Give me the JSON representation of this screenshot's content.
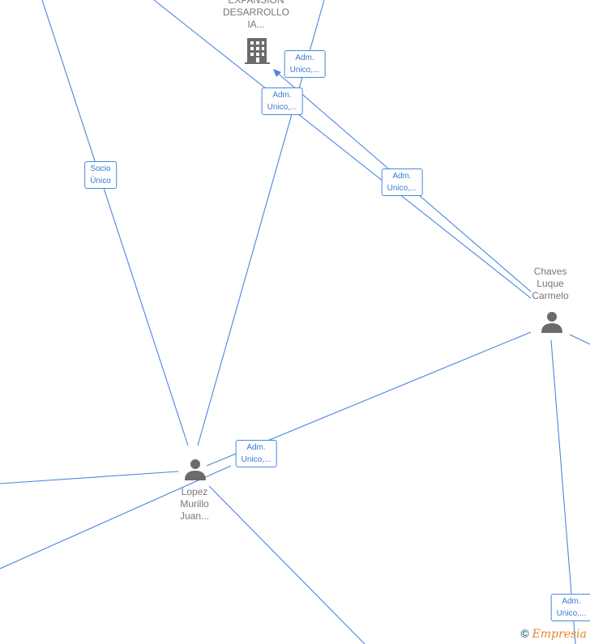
{
  "nodes": {
    "company": {
      "name": "EXPANSION\nDESARROLLO\nIA...",
      "icon": "building-icon"
    },
    "chaves": {
      "name": "Chaves\nLuque\nCarmelo",
      "icon": "person-icon"
    },
    "lopez": {
      "name": "Lopez\nMurillo\nJuan...",
      "icon": "person-icon"
    }
  },
  "edges": [
    {
      "label": "Socio\nÚnico"
    },
    {
      "label": "Adm.\nUnico,..."
    },
    {
      "label": "Adm.\nUnico,..."
    },
    {
      "label": "Adm.\nUnico,..."
    },
    {
      "label": "Adm.\nUnico,..."
    },
    {
      "label": "Adm.\nUnico,..."
    }
  ],
  "watermark": {
    "symbol": "©",
    "brand": "Empresia"
  },
  "colors": {
    "edge": "#4a86e0",
    "node": "#6b6b6b"
  }
}
